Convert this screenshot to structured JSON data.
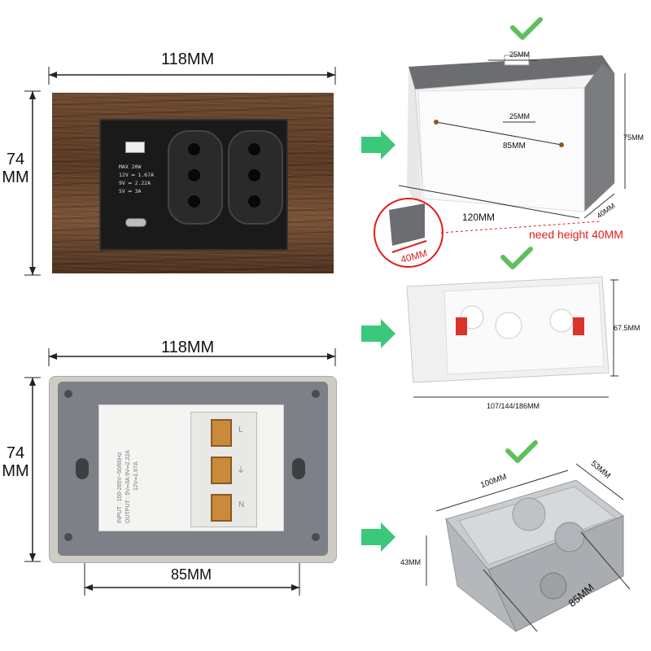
{
  "top_panel": {
    "width_label": "118MM",
    "height_label_line1": "74",
    "height_label_line2": "MM",
    "usb_specs": {
      "line1": "MAX  20W",
      "line2": "12V ═ 1.67A",
      "line3": "9V  ═ 2.22A",
      "line4": "5V  ═ 3A"
    }
  },
  "bottom_panel": {
    "width_label": "118MM",
    "height_label_line1": "74",
    "height_label_line2": "MM",
    "screw_distance_label": "85MM",
    "module_text": {
      "input": "INPUT : 100-265V~50/60Hz",
      "output": "OUTPUT : 5V═3A  9V═2.22A",
      "output2": "12V═1.67A"
    },
    "terminal_labels": [
      "L",
      "⏚",
      "N"
    ]
  },
  "box_plastic_grey": {
    "top_width": "25MM",
    "inner_width": "25MM",
    "screw_spacing": "85MM",
    "length": "120MM",
    "depth": "40MM",
    "height": "75MM",
    "note": "need  height 40MM",
    "callout": "40MM"
  },
  "box_plastic_white": {
    "height": "67.5MM",
    "length": "107/144/186MM"
  },
  "box_metal": {
    "length": "100MM",
    "width": "53MM",
    "height": "43MM",
    "screw_spacing": "85MM"
  },
  "colors": {
    "accent_green": "#3cc87a",
    "check_green": "#5ec05c",
    "callout_red": "#e21c1c",
    "wood": "#5e3d27",
    "faceplate_black": "#1c1c1c"
  },
  "icons": [
    "check-icon",
    "arrow-right-icon"
  ]
}
